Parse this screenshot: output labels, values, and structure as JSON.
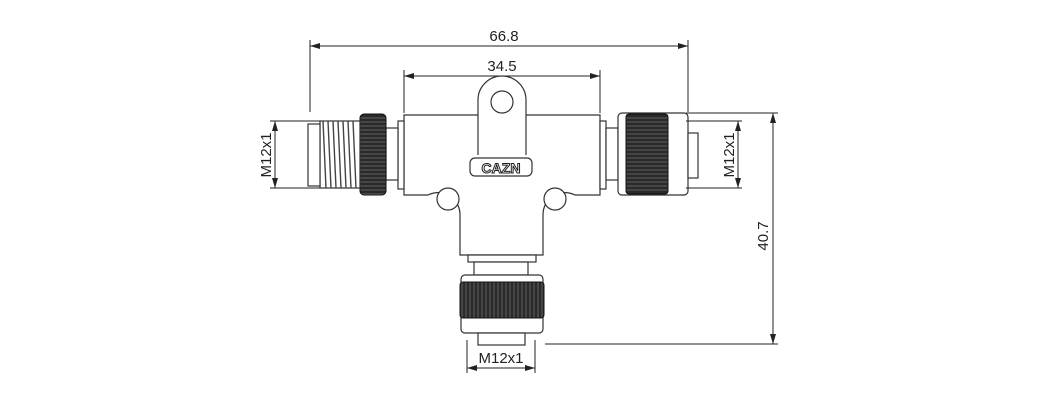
{
  "drawing": {
    "logo_text": "CAZN",
    "dimensions": {
      "overall_length": "66.8",
      "body_length": "34.5",
      "overall_height": "40.7",
      "left_thread": "M12x1",
      "right_thread": "M12x1",
      "bottom_thread": "M12x1"
    }
  }
}
